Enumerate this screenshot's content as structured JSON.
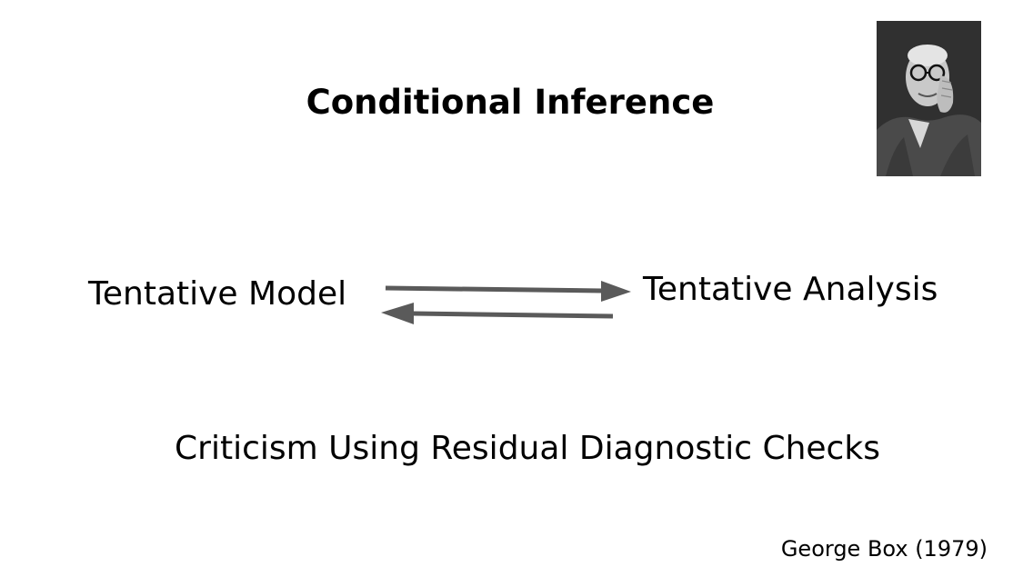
{
  "title": "Conditional Inference",
  "nodes": {
    "model": "Tentative Model",
    "analysis": "Tentative Analysis"
  },
  "criticism": "Criticism Using Residual Diagnostic Checks",
  "credit": "George Box (1979)",
  "colors": {
    "arrow": "#5a5a5a",
    "text": "#000000"
  }
}
